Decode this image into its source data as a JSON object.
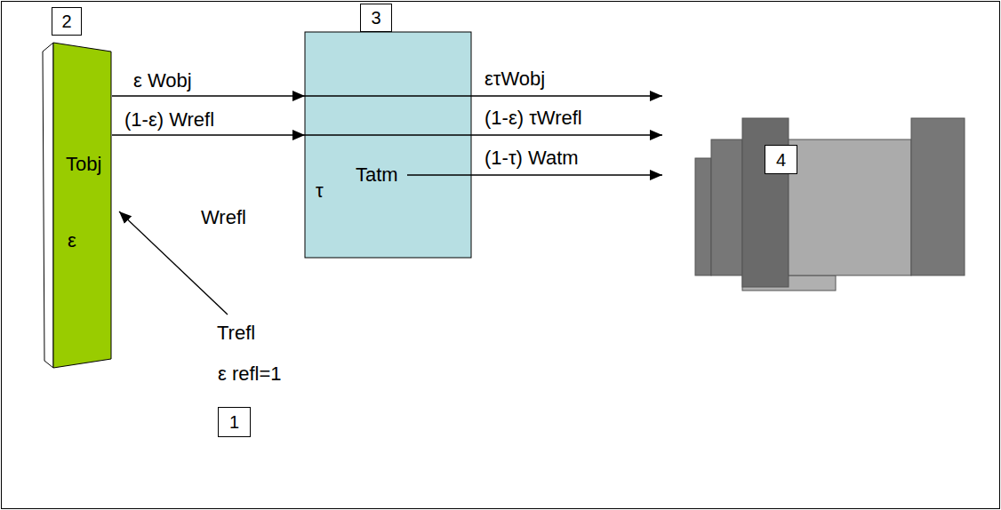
{
  "diagram": {
    "nodes": [
      {
        "text": [
          "2"
        ]
      },
      {
        "text": [
          "Tobj",
          "ε"
        ]
      },
      {
        "text": [
          "3"
        ]
      },
      {
        "text": [
          "Tatm",
          "τ"
        ]
      },
      {
        "text": [
          "4"
        ]
      },
      {
        "text": [
          "1"
        ]
      }
    ],
    "edges": [
      {
        "from": 1,
        "to": 3,
        "arrow": "to",
        "label": "ε Wobj"
      },
      {
        "from": 1,
        "to": 3,
        "arrow": "to",
        "label": "(1-ε) Wrefl"
      }
    ],
    "labels": [
      "ετWobj",
      "(1-ε) τWrefl",
      "(1-τ) Watm",
      "Wrefl",
      "Trefl",
      "ε refl=1"
    ]
  }
}
